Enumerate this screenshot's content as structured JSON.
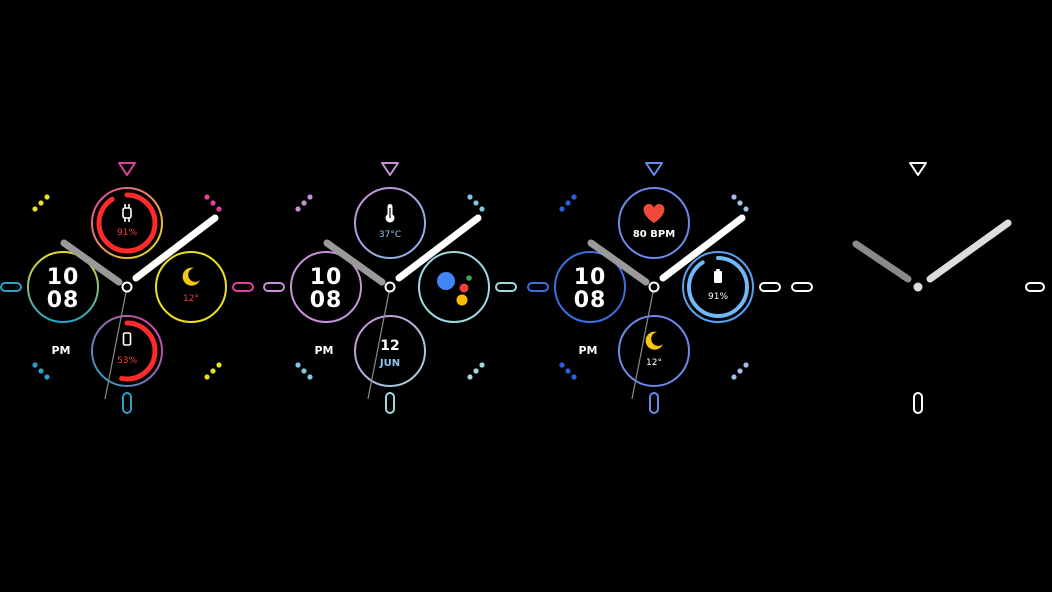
{
  "faces": [
    {
      "id": "face-1",
      "palette": {
        "triangle": "#e040a0",
        "side_marker_left": "#2aa0c8",
        "side_marker_right": "#e040a0",
        "bottom_marker": "#2aa0c8",
        "dots_tl": "#e8e020",
        "dots_tr": "#e040a0",
        "dots_bl": "#2aa0c8",
        "dots_br": "#e8e020",
        "ring_time": [
          "#e8e020",
          "#2aa0c8"
        ],
        "ring_top": [
          "#e040a0",
          "#e8e020"
        ],
        "ring_right": "#e8e020",
        "ring_bottom": [
          "#e040a0",
          "#2aa0c8"
        ],
        "accent_text": "#ff3b3b",
        "arc": "#ff2a2a",
        "hands": "#ffffff"
      },
      "time": {
        "hour": "10",
        "minute": "08",
        "ampm": "PM"
      },
      "top": {
        "icon": "watch-icon",
        "text": "91%",
        "progress": 0.91
      },
      "right": {
        "icon": "moon-icon",
        "text": "12°"
      },
      "bottom": {
        "icon": "phone-icon",
        "text": "53%",
        "progress": 0.53
      }
    },
    {
      "id": "face-2",
      "palette": {
        "triangle": "#c890d8",
        "side_marker_left": "#c890d8",
        "side_marker_right": "#a0d8e0",
        "bottom_marker": "#a0d8e0",
        "dots_tl": "#c890d8",
        "dots_tr": "#80c8e0",
        "dots_bl": "#80c8e0",
        "dots_br": "#a0d8e0",
        "ring_time": "#c890d8",
        "ring_top": [
          "#c890d8",
          "#7fb8e8"
        ],
        "ring_right": "#a0d8e0",
        "ring_bottom": [
          "#c890d8",
          "#a0d8e0"
        ],
        "accent_text": "#90c8f0",
        "hands": "#ffffff"
      },
      "time": {
        "hour": "10",
        "minute": "08",
        "ampm": "PM"
      },
      "top": {
        "icon": "thermometer-icon",
        "text": "37°C"
      },
      "right": {
        "icon": "assistant-icon"
      },
      "bottom": {
        "day": "12",
        "month": "JUN"
      }
    },
    {
      "id": "face-3",
      "palette": {
        "triangle": "#6a8ae8",
        "side_marker_left": "#3a70e0",
        "side_marker_right": "#ffffff",
        "bottom_marker": "#6a8ae8",
        "dots_tl": "#2a60e0",
        "dots_tr": "#a0c0e8",
        "dots_bl": "#2a60e0",
        "dots_br": "#a0c0e8",
        "ring_time": "#3a70e0",
        "ring_top": "#6a8ae8",
        "ring_right": "#5aa0f0",
        "ring_bottom": "#6a8ae8",
        "accent_text": "#ffffff",
        "arc": "#70b8f8",
        "hands": "#ffffff"
      },
      "time": {
        "hour": "10",
        "minute": "08",
        "ampm": "PM"
      },
      "top": {
        "icon": "heart-icon",
        "text": "80 BPM"
      },
      "right": {
        "icon": "battery-icon",
        "text": "91%",
        "progress": 0.91
      },
      "bottom": {
        "icon": "moon-icon",
        "text": "12°"
      }
    },
    {
      "id": "face-4",
      "palette": {
        "triangle": "#ffffff",
        "side_marker_left": "#ffffff",
        "side_marker_right": "#ffffff",
        "bottom_marker": "#ffffff",
        "hands": "#ffffff"
      }
    }
  ]
}
